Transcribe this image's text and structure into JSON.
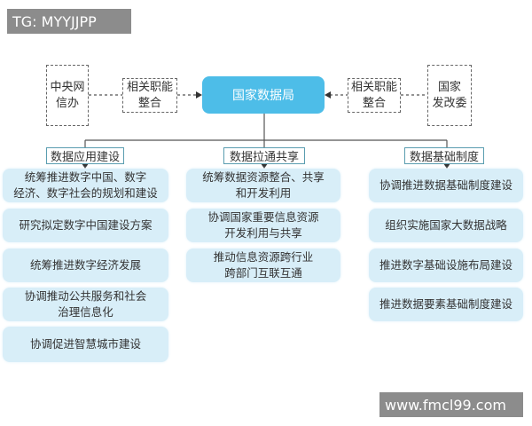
{
  "watermark_top": "TG: MYYJJPP",
  "watermark_bottom": "www.fmcl99.com",
  "center": "国家数据局",
  "left_source": "中央网\n信办",
  "right_source": "国家\n发改委",
  "left_merge": "相关职能\n整合",
  "right_merge": "相关职能\n整合",
  "categories": [
    {
      "title": "数据应用建设",
      "items": [
        "统筹推进数字中国、数字\n经济、数字社会的规划和建设",
        "研究拟定数字中国建设方案",
        "统筹推进数字经济发展",
        "协调推动公共服务和社会\n治理信息化",
        "协调促进智慧城市建设"
      ]
    },
    {
      "title": "数据拉通共享",
      "items": [
        "统筹数据资源整合、共享\n和开发利用",
        "协调国家重要信息资源\n开发利用与共享",
        "推动信息资源跨行业\n跨部门互联互通"
      ]
    },
    {
      "title": "数据基础制度",
      "items": [
        "协调推进数据基础制度建设",
        "组织实施国家大数据战略",
        "推进数字基础设施布局建设",
        "推进数据要素基础制度建设"
      ]
    }
  ],
  "colors": {
    "center": "#4dbde8",
    "item_bg": "#d8eef8",
    "category_border": "#5a9db0"
  }
}
